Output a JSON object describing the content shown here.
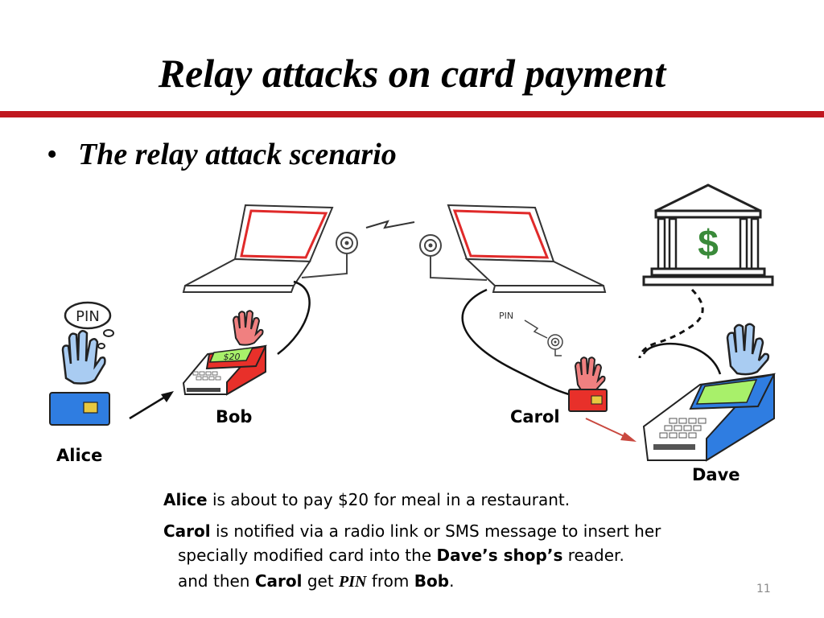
{
  "slide": {
    "title": "Relay attacks on card payment",
    "bullet_marker": "•",
    "bullet": "The relay attack scenario",
    "page_number": "11"
  },
  "labels": {
    "alice": "Alice",
    "bob": "Bob",
    "carol": "Carol",
    "dave": "Dave",
    "pin_bubble": "PIN",
    "pin_radio": "PIN",
    "terminal_amount": "$20",
    "bank_symbol": "$"
  },
  "captions": {
    "line1": {
      "name": "Alice",
      "text": " is about to pay $20 for meal in a restaurant."
    },
    "line2": {
      "name": "Carol",
      "text": " is notified via a radio link or SMS message to insert her"
    },
    "line3": {
      "pre": "specially modified card into the ",
      "bold": "Dave’s shop’s",
      "post": " reader."
    },
    "line4": {
      "pre": "and then ",
      "name": "Carol",
      "mid": " get ",
      "pin": "PIN",
      "from": " from ",
      "name2": "Bob",
      "end": "."
    }
  },
  "colors": {
    "accent_rule": "#c0181f",
    "card_blue": "#2f7de1",
    "card_red": "#e8302a",
    "hand_blue": "#a9ccf2",
    "hand_red": "#f08080",
    "bank_green": "#3a8a3a",
    "screen_green": "#a8f06a",
    "arrow_red": "#c9483f"
  }
}
